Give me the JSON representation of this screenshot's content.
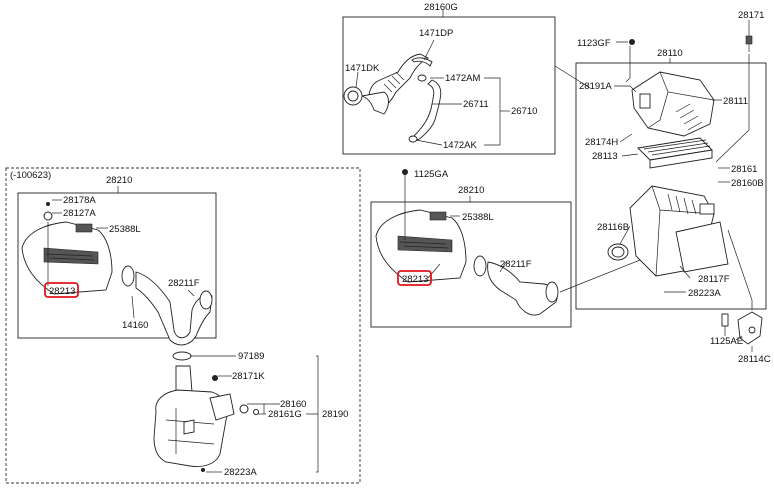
{
  "diagram": {
    "variant_note": "(-100623)",
    "labels": {
      "l28160G": "28160G",
      "l1471DP": "1471DP",
      "l1471DK": "1471DK",
      "l1472AM": "1472AM",
      "l26711": "26711",
      "l26710": "26710",
      "l1472AK": "1472AK",
      "l1123GF": "1123GF",
      "l28110": "28110",
      "l28171": "28171",
      "l28191A": "28191A",
      "l28111": "28111",
      "l28174H": "28174H",
      "l28113": "28113",
      "l28161r": "28161",
      "l28160B": "28160B",
      "l28116B": "28116B",
      "l28117F": "28117F",
      "l28223Ar": "28223A",
      "l1125AE": "1125AE",
      "l28114C": "28114C",
      "l1125GA": "1125GA",
      "l28210m": "28210",
      "l25388Lm": "25388L",
      "l28211Fm": "28211F",
      "l28213m": "28213",
      "l28210l": "28210",
      "l28178A": "28178A",
      "l28127A": "28127A",
      "l25388Ll": "25388L",
      "l28211Fl": "28211F",
      "l28213l": "28213",
      "l14160": "14160",
      "l97189": "97189",
      "l28171K": "28171K",
      "l28160l": "28160",
      "l28161l": "28161G",
      "l28190": "28190",
      "l28223Al": "28223A"
    }
  }
}
